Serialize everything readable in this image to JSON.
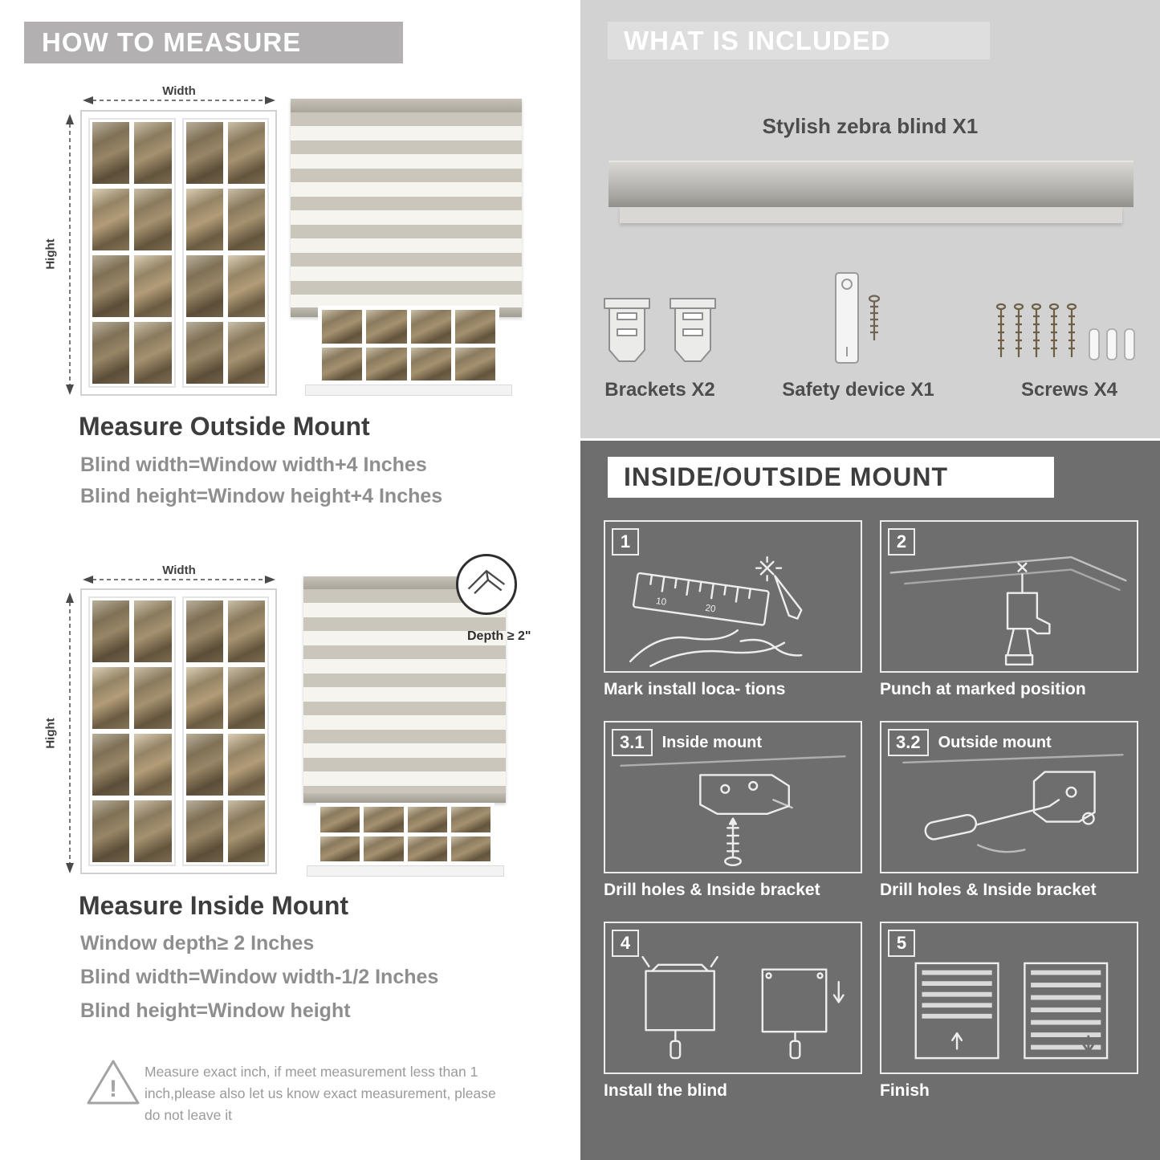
{
  "colors": {
    "left_banner": "#b2b0b1",
    "right_top_bg": "#d3d2d2",
    "right_top_banner": "#dfdede",
    "dark_section_bg": "#6f6e6e",
    "gray_text": "#8e8e8e",
    "dark_text": "#3d3d3d"
  },
  "left": {
    "header": "HOW TO MEASURE",
    "outside": {
      "width_label": "Width",
      "height_label": "Hight",
      "title": "Measure Outside Mount",
      "line1": "Blind width=Window width+4 Inches",
      "line2": "Blind height=Window height+4 Inches"
    },
    "inside": {
      "width_label": "Width",
      "height_label": "Hight",
      "depth_label": "Depth ≥ 2\"",
      "title": "Measure Inside Mount",
      "line1": "Window depth≥ 2 Inches",
      "line2": "Blind width=Window width-1/2 Inches",
      "line3": "Blind height=Window height"
    },
    "warning": {
      "text": "Measure exact inch, if meet measurement less than 1 inch,please also let us know exact measurement, please do not leave it"
    }
  },
  "right_top": {
    "header": "WHAT IS INCLUDED",
    "blind_label": "Stylish zebra blind X1",
    "items": [
      {
        "label": "Brackets X2"
      },
      {
        "label": "Safety device X1"
      },
      {
        "label": "Screws X4"
      }
    ]
  },
  "right_bottom": {
    "header": "INSIDE/OUTSIDE MOUNT",
    "steps": [
      {
        "num": "1",
        "title": "",
        "caption": "Mark install loca- tions"
      },
      {
        "num": "2",
        "title": "",
        "caption": "Punch at  marked position"
      },
      {
        "num": "3.1",
        "title": "Inside mount",
        "caption": "Drill holes &  Inside bracket"
      },
      {
        "num": "3.2",
        "title": "Outside mount",
        "caption": "Drill holes &  Inside bracket"
      },
      {
        "num": "4",
        "title": "",
        "caption": "Install the blind"
      },
      {
        "num": "5",
        "title": "",
        "caption": "Finish"
      }
    ]
  }
}
